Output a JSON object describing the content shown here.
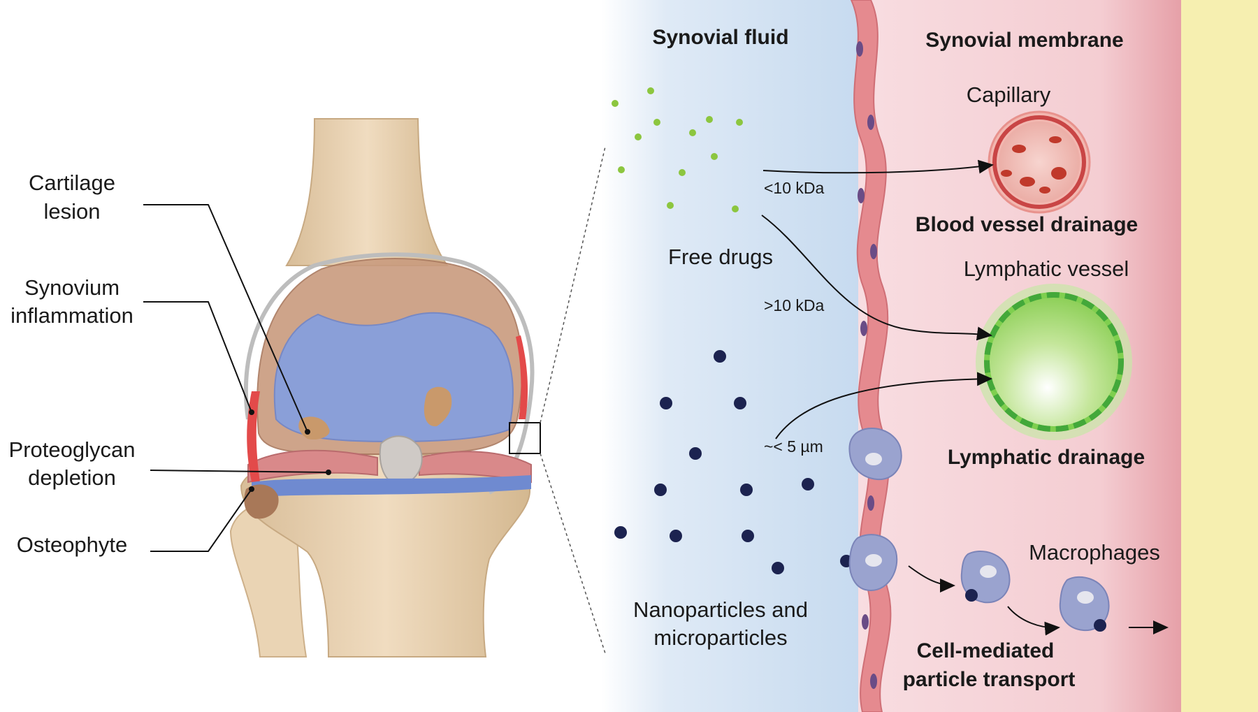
{
  "knee_labels": {
    "cartilage_lesion": [
      "Cartilage",
      "lesion"
    ],
    "synovium_inflammation": [
      "Synovium",
      "inflammation"
    ],
    "proteoglycan_depletion": [
      "Proteoglycan",
      "depletion"
    ],
    "osteophyte": "Osteophyte"
  },
  "zones": {
    "synovial_fluid": "Synovial fluid",
    "synovial_membrane": "Synovial membrane"
  },
  "pathways": {
    "capillary": "Capillary",
    "blood_vessel_drainage": "Blood vessel drainage",
    "lymphatic_vessel": "Lymphatic vessel",
    "lymphatic_drainage": "Lymphatic drainage",
    "free_drugs": "Free drugs",
    "size_small": "<10 kDa",
    "size_large": ">10 kDa",
    "size_particle": "~< 5 µm",
    "particles": [
      "Nanoparticles and",
      "microparticles"
    ],
    "macrophages": "Macrophages",
    "cell_transport": [
      "Cell-mediated",
      "particle transport"
    ]
  },
  "colors": {
    "fluid_blue": "#c9dcf0",
    "membrane_pink": "#f3c9cf",
    "synovial_lining": "#e58a8f",
    "capillary_red": "#d04a4a",
    "lymph_green": "#8fd05a",
    "particle_navy": "#1c2350",
    "drug_green": "#8cc63f",
    "macrophage": "#9aa3cf",
    "bone": "#e8d2b2",
    "cartilage_blue": "#8a9fd8",
    "outer_yellow": "#f6efb0"
  }
}
